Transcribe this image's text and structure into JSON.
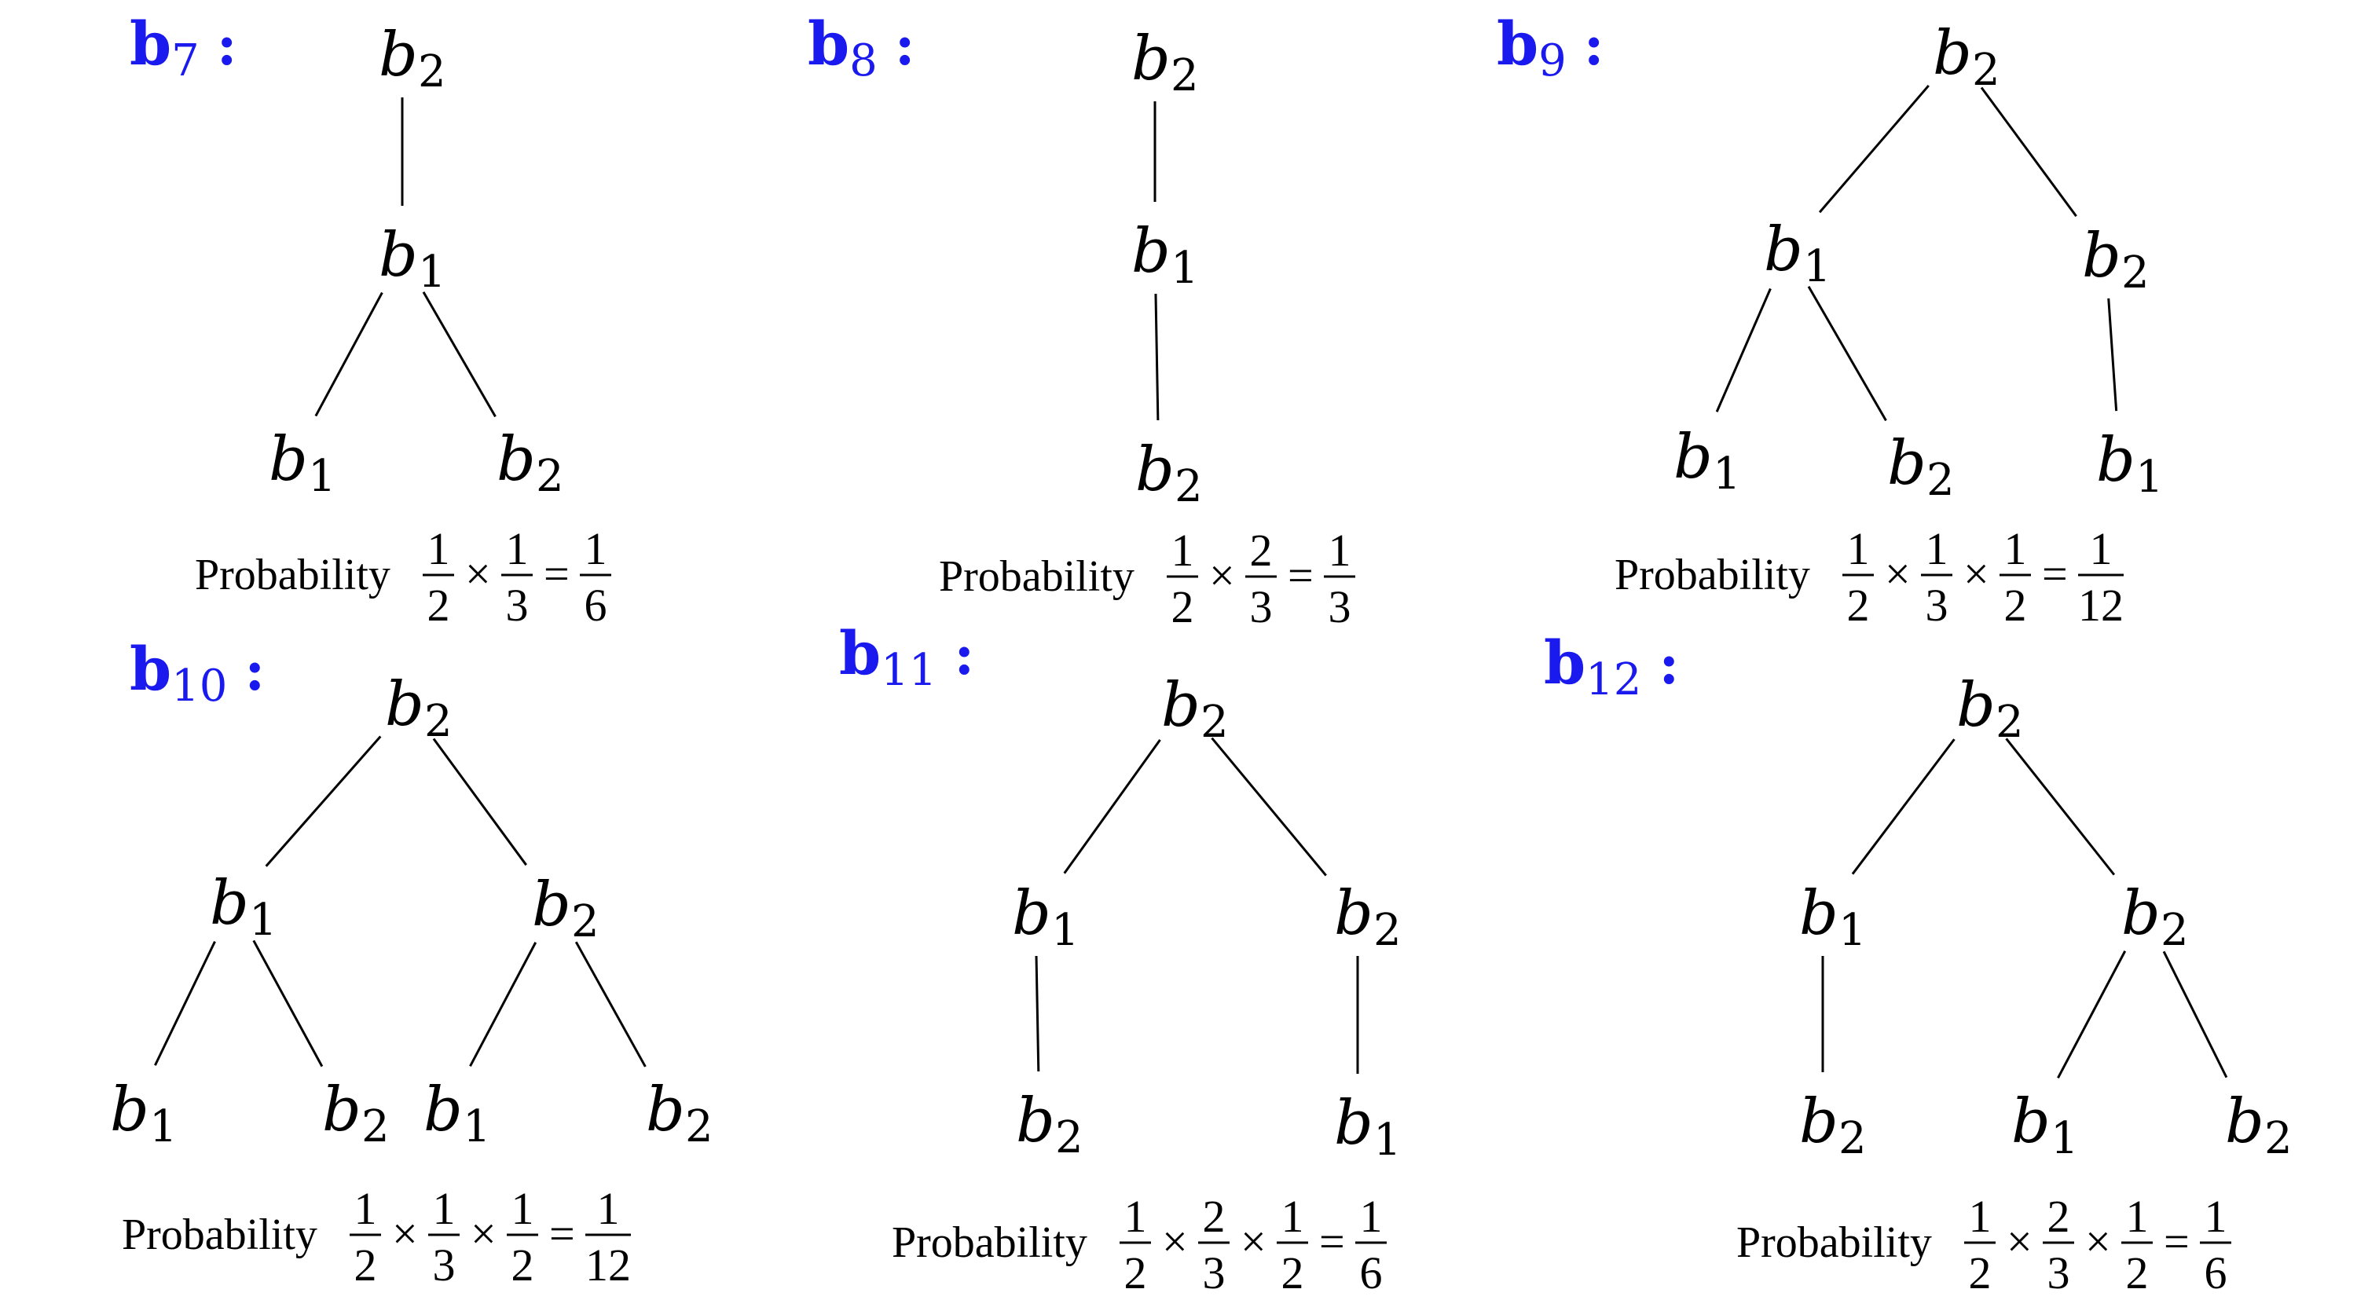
{
  "accent_color": "#1a1aee",
  "node_letter": "b",
  "panels": [
    {
      "label": "b",
      "label_sub": "7",
      "colon": ":",
      "nodes": [
        {
          "sub": "2"
        },
        {
          "sub": "1"
        },
        {
          "sub": "1"
        },
        {
          "sub": "2"
        }
      ],
      "edges": [
        [
          0,
          1
        ],
        [
          1,
          2
        ],
        [
          1,
          3
        ]
      ],
      "probability": {
        "label": "Probability",
        "factors": [
          {
            "num": "1",
            "den": "2"
          },
          {
            "num": "1",
            "den": "3"
          }
        ],
        "result": {
          "num": "1",
          "den": "6"
        }
      }
    },
    {
      "label": "b",
      "label_sub": "8",
      "colon": ":",
      "nodes": [
        {
          "sub": "2"
        },
        {
          "sub": "1"
        },
        {
          "sub": "2"
        }
      ],
      "edges": [
        [
          0,
          1
        ],
        [
          1,
          2
        ]
      ],
      "probability": {
        "label": "Probability",
        "factors": [
          {
            "num": "1",
            "den": "2"
          },
          {
            "num": "2",
            "den": "3"
          }
        ],
        "result": {
          "num": "1",
          "den": "3"
        }
      }
    },
    {
      "label": "b",
      "label_sub": "9",
      "colon": ":",
      "nodes": [
        {
          "sub": "2"
        },
        {
          "sub": "1"
        },
        {
          "sub": "2"
        },
        {
          "sub": "1"
        },
        {
          "sub": "2"
        },
        {
          "sub": "1"
        }
      ],
      "edges": [
        [
          0,
          1
        ],
        [
          0,
          2
        ],
        [
          1,
          3
        ],
        [
          1,
          4
        ],
        [
          2,
          5
        ]
      ],
      "probability": {
        "label": "Probability",
        "factors": [
          {
            "num": "1",
            "den": "2"
          },
          {
            "num": "1",
            "den": "3"
          },
          {
            "num": "1",
            "den": "2"
          }
        ],
        "result": {
          "num": "1",
          "den": "12"
        }
      }
    },
    {
      "label": "b",
      "label_sub": "10",
      "colon": ":",
      "nodes": [
        {
          "sub": "2"
        },
        {
          "sub": "1"
        },
        {
          "sub": "2"
        },
        {
          "sub": "1"
        },
        {
          "sub": "2"
        },
        {
          "sub": "1"
        },
        {
          "sub": "2"
        }
      ],
      "edges": [
        [
          0,
          1
        ],
        [
          0,
          2
        ],
        [
          1,
          3
        ],
        [
          1,
          4
        ],
        [
          2,
          5
        ],
        [
          2,
          6
        ]
      ],
      "probability": {
        "label": "Probability",
        "factors": [
          {
            "num": "1",
            "den": "2"
          },
          {
            "num": "1",
            "den": "3"
          },
          {
            "num": "1",
            "den": "2"
          }
        ],
        "result": {
          "num": "1",
          "den": "12"
        }
      }
    },
    {
      "label": "b",
      "label_sub": "11",
      "colon": ":",
      "nodes": [
        {
          "sub": "2"
        },
        {
          "sub": "1"
        },
        {
          "sub": "2"
        },
        {
          "sub": "2"
        },
        {
          "sub": "1"
        }
      ],
      "edges": [
        [
          0,
          1
        ],
        [
          0,
          2
        ],
        [
          1,
          3
        ],
        [
          2,
          4
        ]
      ],
      "probability": {
        "label": "Probability",
        "factors": [
          {
            "num": "1",
            "den": "2"
          },
          {
            "num": "2",
            "den": "3"
          },
          {
            "num": "1",
            "den": "2"
          }
        ],
        "result": {
          "num": "1",
          "den": "6"
        }
      }
    },
    {
      "label": "b",
      "label_sub": "12",
      "colon": ":",
      "nodes": [
        {
          "sub": "2"
        },
        {
          "sub": "1"
        },
        {
          "sub": "2"
        },
        {
          "sub": "2"
        },
        {
          "sub": "1"
        },
        {
          "sub": "2"
        }
      ],
      "edges": [
        [
          0,
          1
        ],
        [
          0,
          2
        ],
        [
          1,
          3
        ],
        [
          2,
          4
        ],
        [
          2,
          5
        ]
      ],
      "probability": {
        "label": "Probability",
        "factors": [
          {
            "num": "1",
            "den": "2"
          },
          {
            "num": "2",
            "den": "3"
          },
          {
            "num": "1",
            "den": "2"
          }
        ],
        "result": {
          "num": "1",
          "den": "6"
        }
      }
    }
  ]
}
